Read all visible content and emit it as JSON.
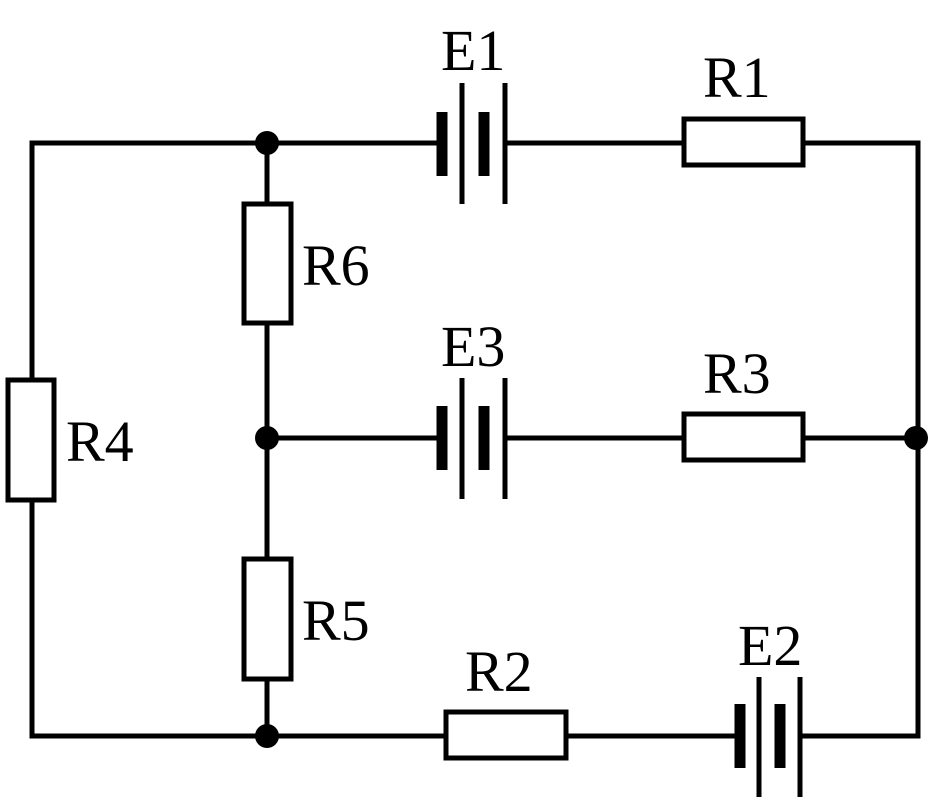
{
  "components": {
    "E1": "E1",
    "E2": "E2",
    "E3": "E3",
    "R1": "R1",
    "R2": "R2",
    "R3": "R3",
    "R4": "R4",
    "R5": "R5",
    "R6": "R6"
  },
  "colors": {
    "ink": "#000000",
    "background": "#ffffff"
  }
}
